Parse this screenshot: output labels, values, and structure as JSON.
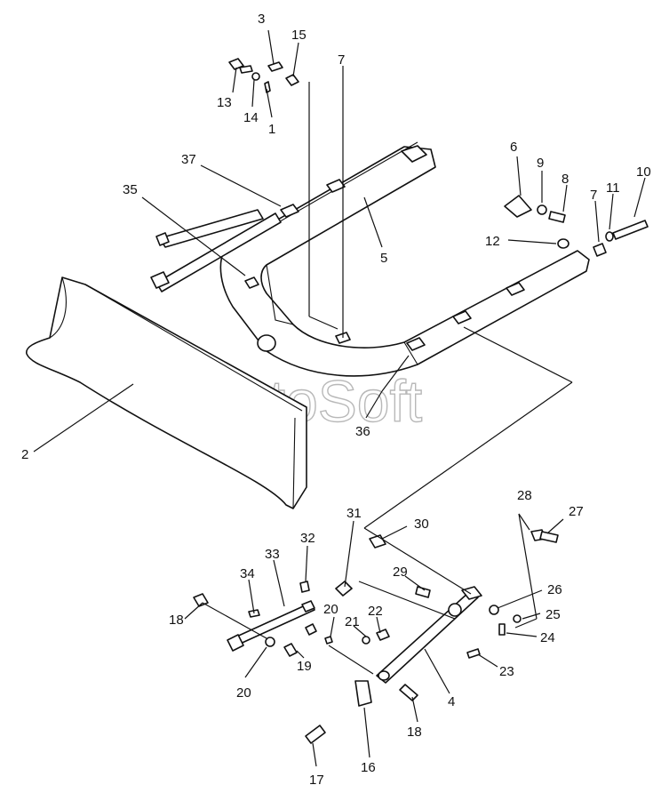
{
  "watermark": "AutoSoft",
  "callouts": [
    {
      "id": "3",
      "text": "3"
    },
    {
      "id": "15",
      "text": "15"
    },
    {
      "id": "13",
      "text": "13"
    },
    {
      "id": "14",
      "text": "14"
    },
    {
      "id": "1",
      "text": "1"
    },
    {
      "id": "7a",
      "text": "7"
    },
    {
      "id": "37",
      "text": "37"
    },
    {
      "id": "35",
      "text": "35"
    },
    {
      "id": "5",
      "text": "5"
    },
    {
      "id": "6",
      "text": "6"
    },
    {
      "id": "9",
      "text": "9"
    },
    {
      "id": "8",
      "text": "8"
    },
    {
      "id": "10",
      "text": "10"
    },
    {
      "id": "7b",
      "text": "7"
    },
    {
      "id": "11",
      "text": "11"
    },
    {
      "id": "12",
      "text": "12"
    },
    {
      "id": "2",
      "text": "2"
    },
    {
      "id": "36",
      "text": "36"
    },
    {
      "id": "28",
      "text": "28"
    },
    {
      "id": "27",
      "text": "27"
    },
    {
      "id": "31",
      "text": "31"
    },
    {
      "id": "30",
      "text": "30"
    },
    {
      "id": "32",
      "text": "32"
    },
    {
      "id": "33",
      "text": "33"
    },
    {
      "id": "34",
      "text": "34"
    },
    {
      "id": "29",
      "text": "29"
    },
    {
      "id": "26",
      "text": "26"
    },
    {
      "id": "18a",
      "text": "18"
    },
    {
      "id": "20a",
      "text": "20"
    },
    {
      "id": "21",
      "text": "21"
    },
    {
      "id": "22",
      "text": "22"
    },
    {
      "id": "25",
      "text": "25"
    },
    {
      "id": "24",
      "text": "24"
    },
    {
      "id": "20b",
      "text": "20"
    },
    {
      "id": "19",
      "text": "19"
    },
    {
      "id": "23",
      "text": "23"
    },
    {
      "id": "4",
      "text": "4"
    },
    {
      "id": "18b",
      "text": "18"
    },
    {
      "id": "16",
      "text": "16"
    },
    {
      "id": "17",
      "text": "17"
    }
  ]
}
